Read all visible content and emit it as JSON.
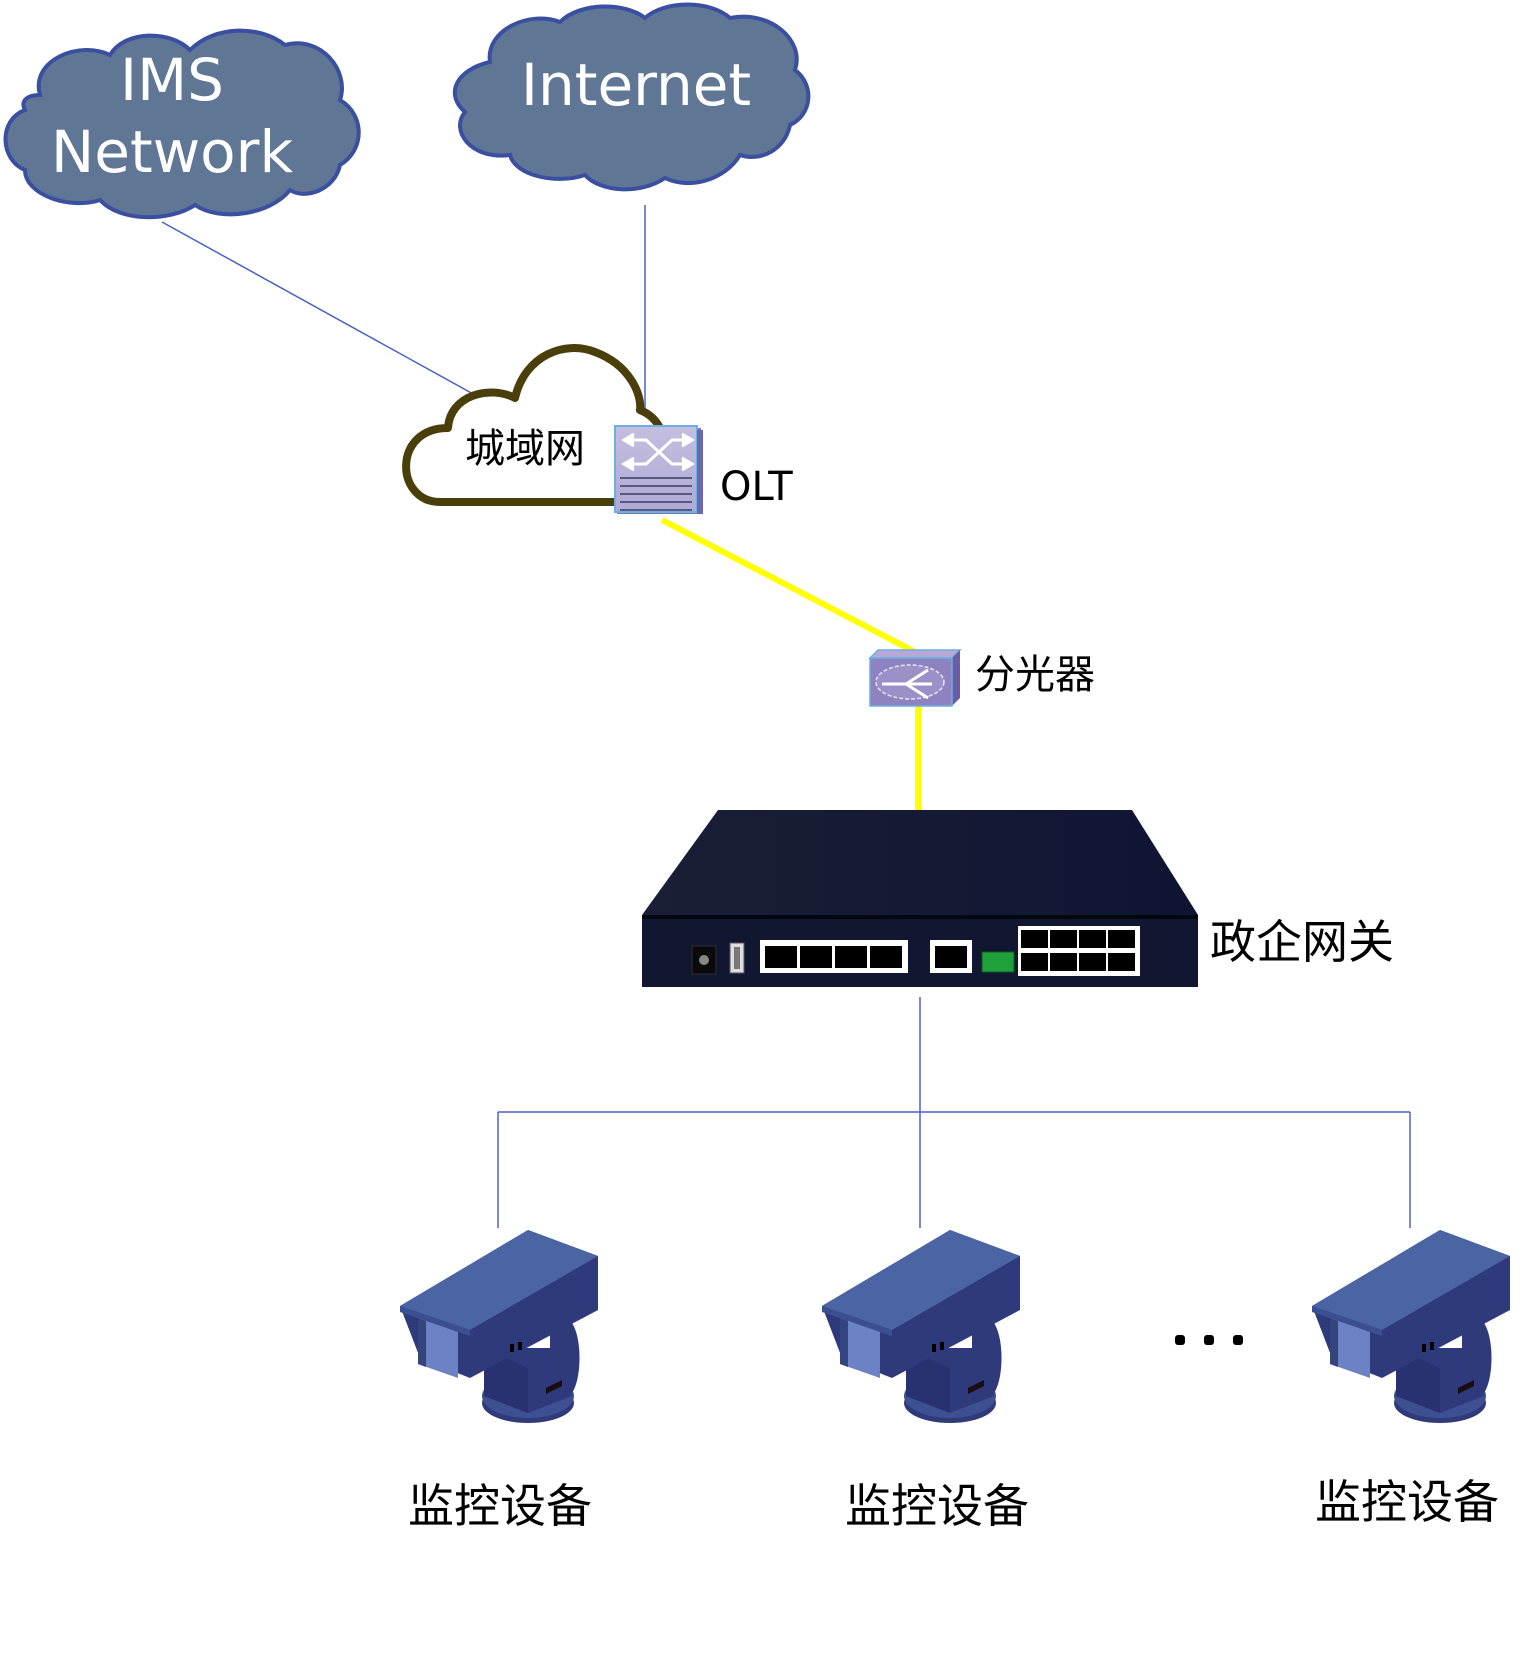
{
  "diagram": {
    "title": "Network topology",
    "nodes": {
      "ims": {
        "label_line1": "IMS",
        "label_line2": "Network",
        "type": "cloud"
      },
      "internet": {
        "label": "Internet",
        "type": "cloud"
      },
      "metro": {
        "label": "城域网",
        "type": "cloud-outline"
      },
      "olt": {
        "label": "OLT",
        "type": "switch"
      },
      "splitter": {
        "label": "分光器",
        "type": "optical-splitter"
      },
      "gateway": {
        "label": "政企网关",
        "type": "gateway-device"
      },
      "cameras": [
        {
          "label": "监控设备"
        },
        {
          "label": "监控设备"
        },
        {
          "label": "监控设备"
        }
      ],
      "ellipsis": {
        "label": "..."
      }
    },
    "links": [
      {
        "from": "ims",
        "to": "metro",
        "style": "thin-blue"
      },
      {
        "from": "internet",
        "to": "metro",
        "style": "thin-blue"
      },
      {
        "from": "olt",
        "to": "splitter",
        "style": "fiber-yellow"
      },
      {
        "from": "splitter",
        "to": "gateway",
        "style": "fiber-yellow"
      },
      {
        "from": "gateway",
        "to": "cameras",
        "style": "thin-blue-bus"
      }
    ],
    "colors": {
      "cloud_fill": "#5f7694",
      "cloud_stroke": "#3a4fa0",
      "metro_stroke": "#4a3f0a",
      "link_blue": "#4a62c4",
      "fiber_yellow": "#ffff00",
      "device_dark": "#141a32",
      "camera_blue": "#4b64a3"
    }
  }
}
